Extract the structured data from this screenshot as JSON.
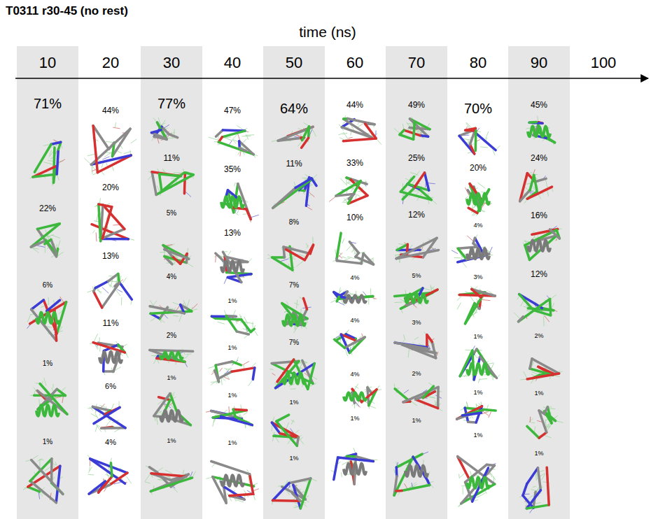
{
  "diagram": {
    "title": "T0311 r30-45 (no rest)",
    "labels": [
      "time (ns)",
      "10",
      "20",
      "30",
      "40",
      "50",
      "60",
      "70",
      "80",
      "90",
      "100",
      "71%",
      "22%",
      "6%",
      "1%",
      "1%",
      "44%",
      "20%",
      "13%",
      "11%",
      "6%",
      "4%",
      "77%",
      "11%",
      "5%",
      "4%",
      "2%",
      "1%",
      "1%",
      "47%",
      "35%",
      "13%",
      "1%",
      "1%",
      "1%",
      "1%",
      "64%",
      "11%",
      "8%",
      "7%",
      "7%",
      "1%",
      "1%",
      "44%",
      "33%",
      "10%",
      "4%",
      "4%",
      "4%",
      "1%",
      "49%",
      "25%",
      "12%",
      "5%",
      "3%",
      "2%",
      "1%",
      "70%",
      "20%",
      "4%",
      "3%",
      "1%",
      "1%",
      "1%",
      "45%",
      "24%",
      "16%",
      "12%",
      "2%",
      "1%",
      "1%"
    ]
  }
}
